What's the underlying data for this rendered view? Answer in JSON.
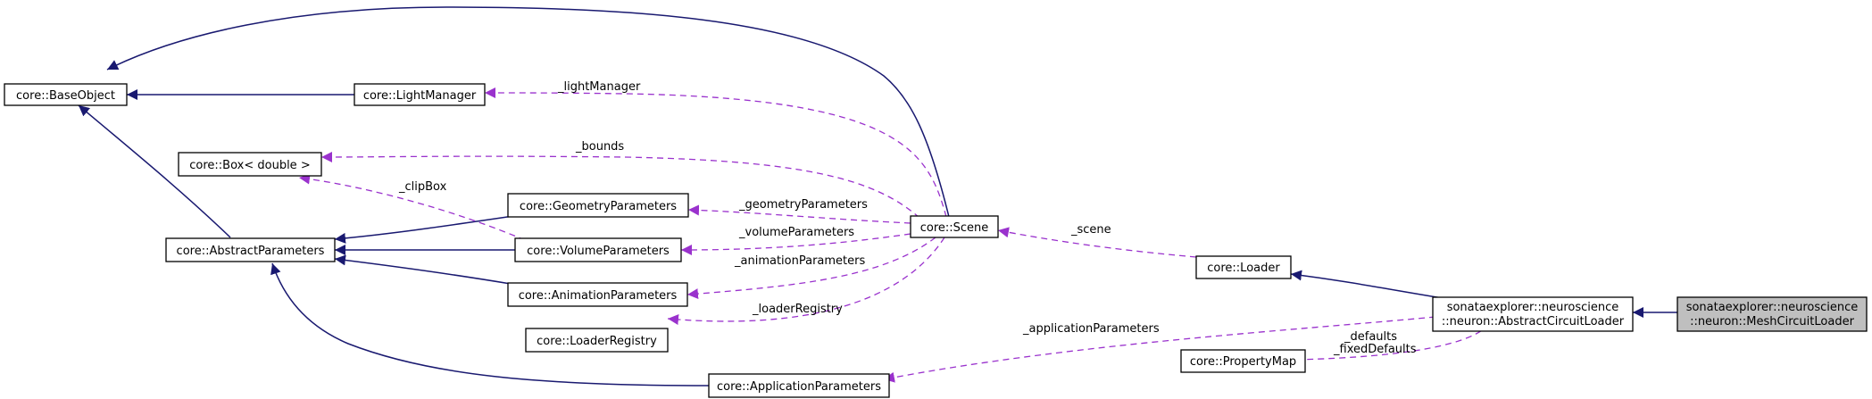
{
  "colors": {
    "inheritance": "#191970",
    "usage": "#9a32cd",
    "highlight_fill": "#bfbfbf"
  },
  "nodes": {
    "base_object": {
      "label": "core::BaseObject"
    },
    "light_manager": {
      "label": "core::LightManager"
    },
    "box_double": {
      "label": "core::Box< double >"
    },
    "abstract_parameters": {
      "label": "core::AbstractParameters"
    },
    "geometry_parameters": {
      "label": "core::GeometryParameters"
    },
    "volume_parameters": {
      "label": "core::VolumeParameters"
    },
    "animation_parameters": {
      "label": "core::AnimationParameters"
    },
    "loader_registry": {
      "label": "core::LoaderRegistry"
    },
    "application_parameters": {
      "label": "core::ApplicationParameters"
    },
    "scene": {
      "label": "core::Scene"
    },
    "loader": {
      "label": "core::Loader"
    },
    "property_map": {
      "label": "core::PropertyMap"
    },
    "abstract_circuit_loader": {
      "lines": [
        "sonataexplorer::neuroscience",
        "::neuron::AbstractCircuitLoader"
      ]
    },
    "mesh_circuit_loader": {
      "lines": [
        "sonataexplorer::neuroscience",
        "::neuron::MeshCircuitLoader"
      ]
    }
  },
  "edge_labels": {
    "light_manager": "_lightManager",
    "bounds": "_bounds",
    "clip_box": "_clipBox",
    "geometry_parameters": "_geometryParameters",
    "volume_parameters": "_volumeParameters",
    "animation_parameters": "_animationParameters",
    "loader_registry": "_loaderRegistry",
    "scene": "_scene",
    "application_parameters": "_applicationParameters",
    "defaults": "_defaults",
    "fixed_defaults": "_fixedDefaults"
  }
}
